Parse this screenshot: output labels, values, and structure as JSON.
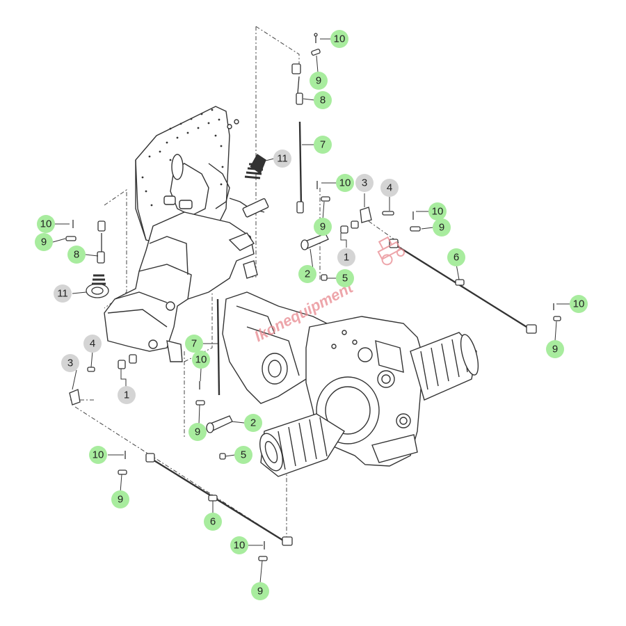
{
  "colors": {
    "callout_green": "#a8ec9e",
    "callout_gray": "#d4d4d4",
    "line": "#444444",
    "watermark": "#e8888e"
  },
  "watermark": {
    "text": "Ikonequipment",
    "icon": "tractor-icon"
  },
  "callouts": [
    {
      "label": "10",
      "color": "green"
    },
    {
      "label": "9",
      "color": "green"
    },
    {
      "label": "8",
      "color": "green"
    },
    {
      "label": "7",
      "color": "green"
    },
    {
      "label": "11",
      "color": "gray"
    },
    {
      "label": "10",
      "color": "green"
    },
    {
      "label": "3",
      "color": "gray"
    },
    {
      "label": "4",
      "color": "gray"
    },
    {
      "label": "9",
      "color": "green"
    },
    {
      "label": "10",
      "color": "green"
    },
    {
      "label": "9",
      "color": "green"
    },
    {
      "label": "1",
      "color": "gray"
    },
    {
      "label": "2",
      "color": "green"
    },
    {
      "label": "5",
      "color": "green"
    },
    {
      "label": "6",
      "color": "green"
    },
    {
      "label": "10",
      "color": "green"
    },
    {
      "label": "9",
      "color": "green"
    },
    {
      "label": "10",
      "color": "green"
    },
    {
      "label": "9",
      "color": "green"
    },
    {
      "label": "8",
      "color": "green"
    },
    {
      "label": "11",
      "color": "gray"
    },
    {
      "label": "4",
      "color": "gray"
    },
    {
      "label": "3",
      "color": "gray"
    },
    {
      "label": "1",
      "color": "gray"
    },
    {
      "label": "7",
      "color": "green"
    },
    {
      "label": "10",
      "color": "green"
    },
    {
      "label": "9",
      "color": "green"
    },
    {
      "label": "2",
      "color": "green"
    },
    {
      "label": "5",
      "color": "green"
    },
    {
      "label": "10",
      "color": "green"
    },
    {
      "label": "9",
      "color": "green"
    },
    {
      "label": "6",
      "color": "green"
    },
    {
      "label": "10",
      "color": "green"
    },
    {
      "label": "9",
      "color": "green"
    }
  ]
}
